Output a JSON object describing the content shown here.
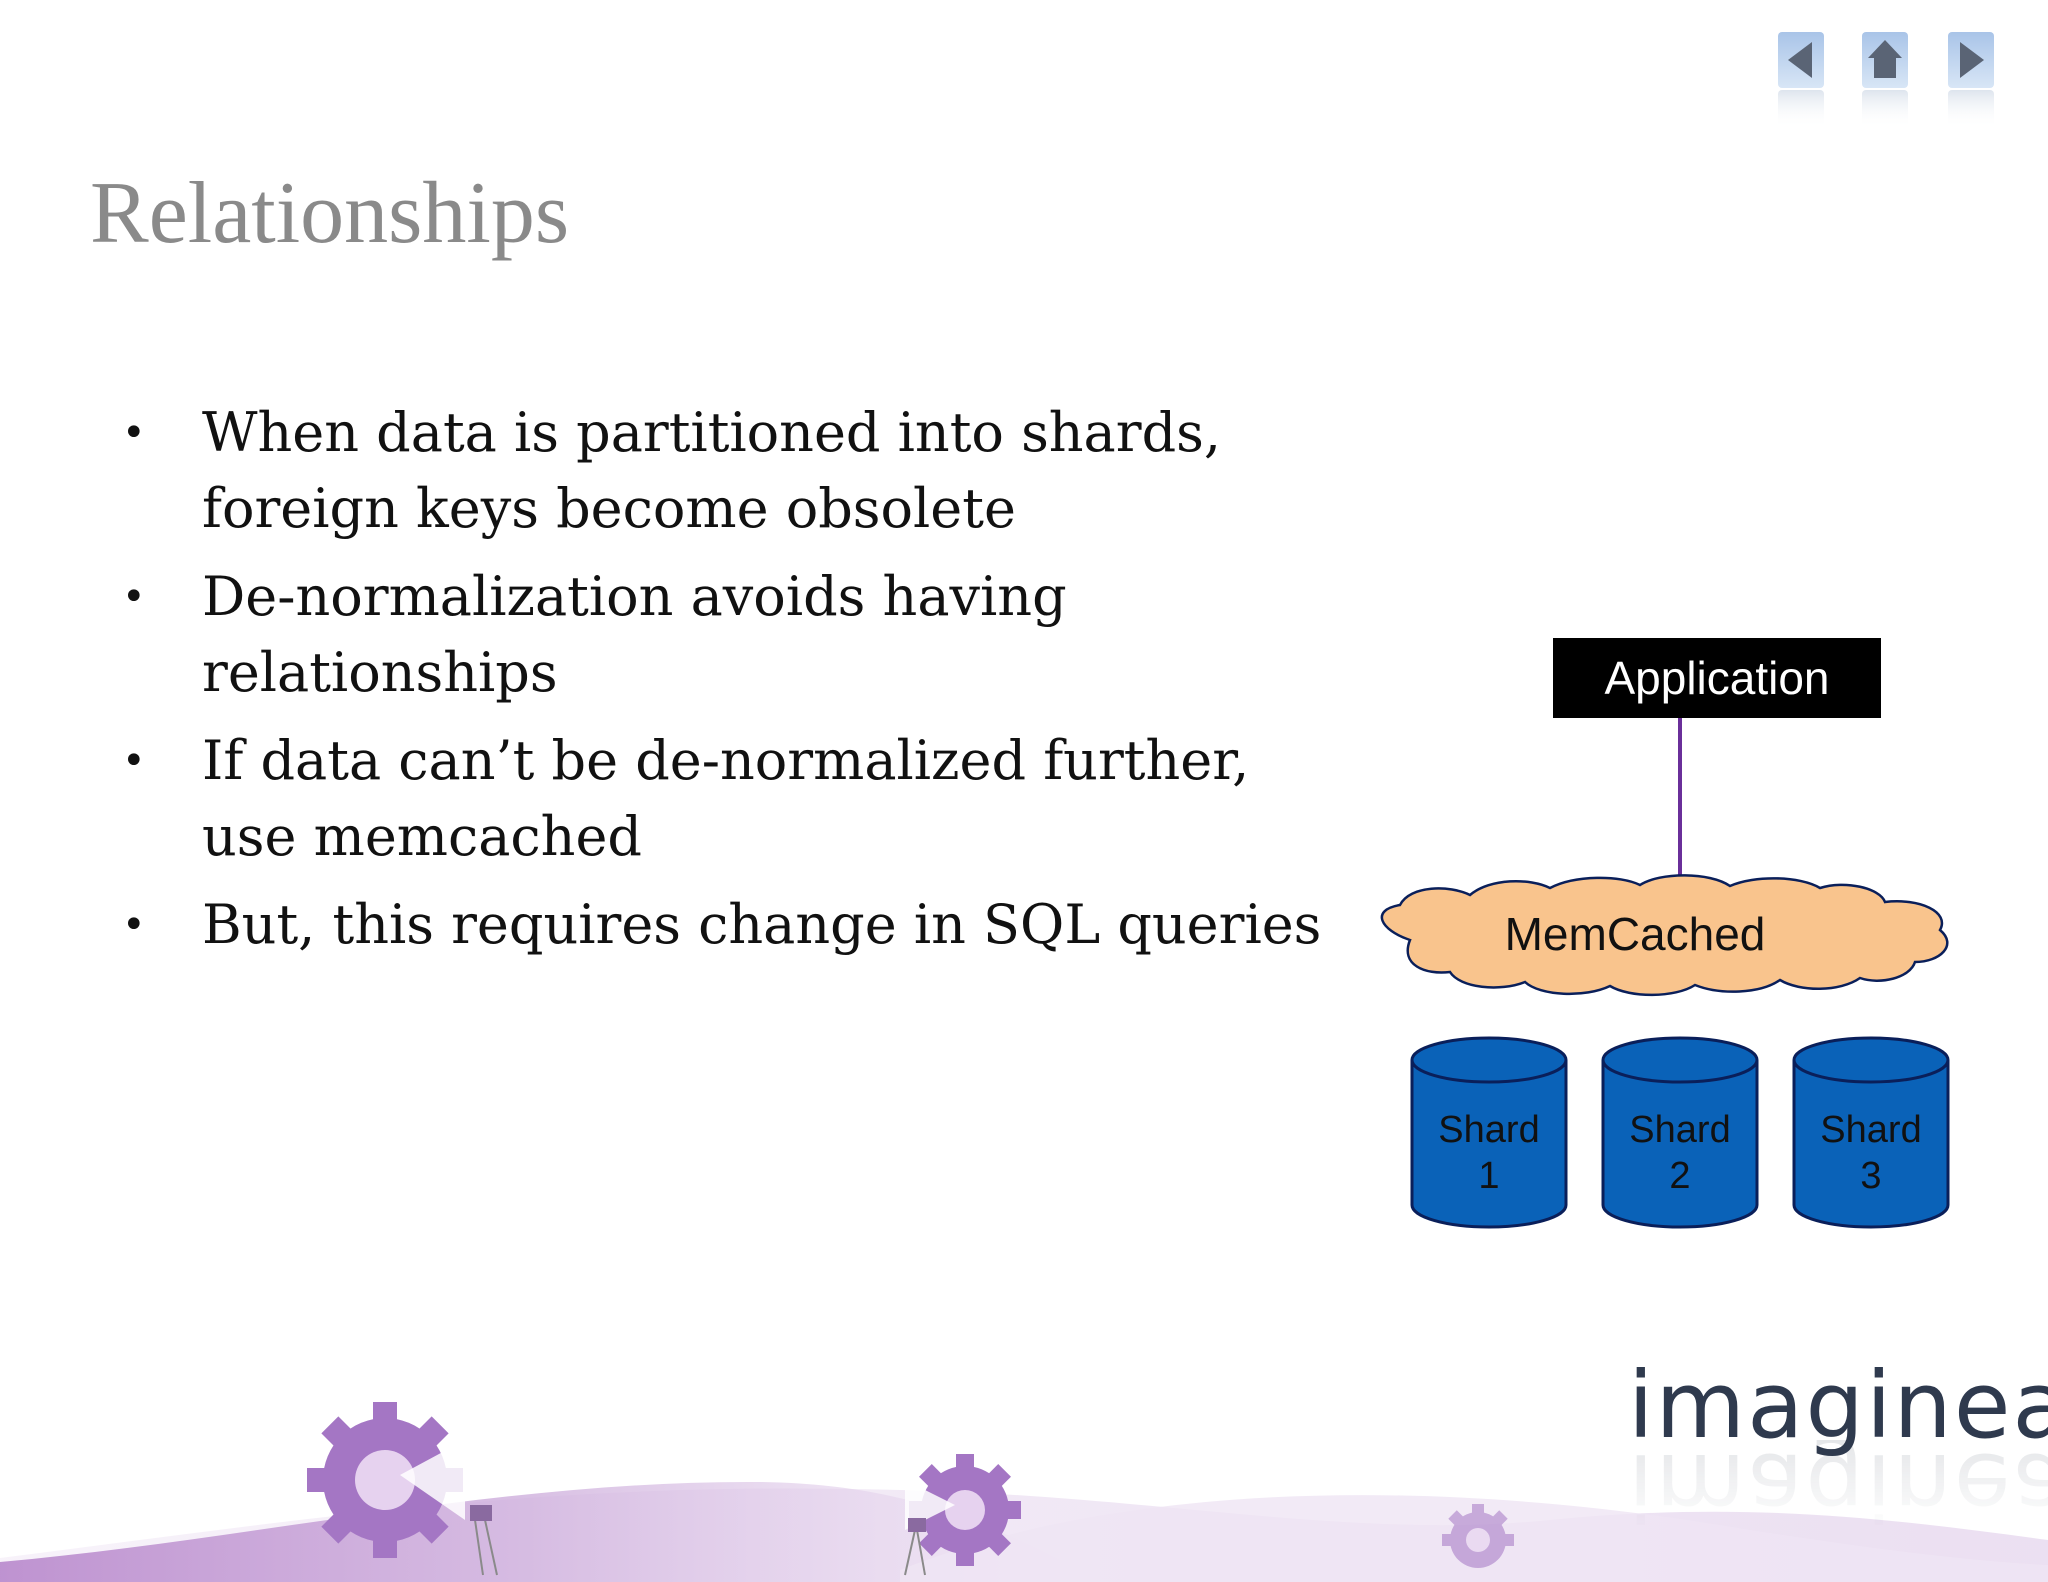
{
  "slide": {
    "title": "Relationships",
    "bullets": [
      "When data is partitioned into shards, foreign keys become obsolete",
      "De-normalization avoids having relationships",
      "If data can’t be de-normalized further, use memcached",
      "But, this requires change in SQL queries"
    ]
  },
  "diagram": {
    "application_label": "Application",
    "cache_label": "MemCached",
    "shards": [
      {
        "line1": "Shard",
        "line2": "1"
      },
      {
        "line1": "Shard",
        "line2": "2"
      },
      {
        "line1": "Shard",
        "line2": "3"
      }
    ],
    "colors": {
      "application_box": "#000000",
      "arrow": "#6a2f9a",
      "cloud_fill": "#f9c48d",
      "shard_fill": "#0a62b8",
      "shard_stroke": "#0a1f5a"
    }
  },
  "nav": {
    "prev_icon": "triangle-left-icon",
    "home_icon": "home-icon",
    "next_icon": "triangle-right-icon"
  },
  "logo": {
    "text": "imaginea",
    "color": "#2f3a4e"
  },
  "footer": {
    "swoosh_color": "#c9a6d6",
    "gear_color": "#a476c4"
  }
}
